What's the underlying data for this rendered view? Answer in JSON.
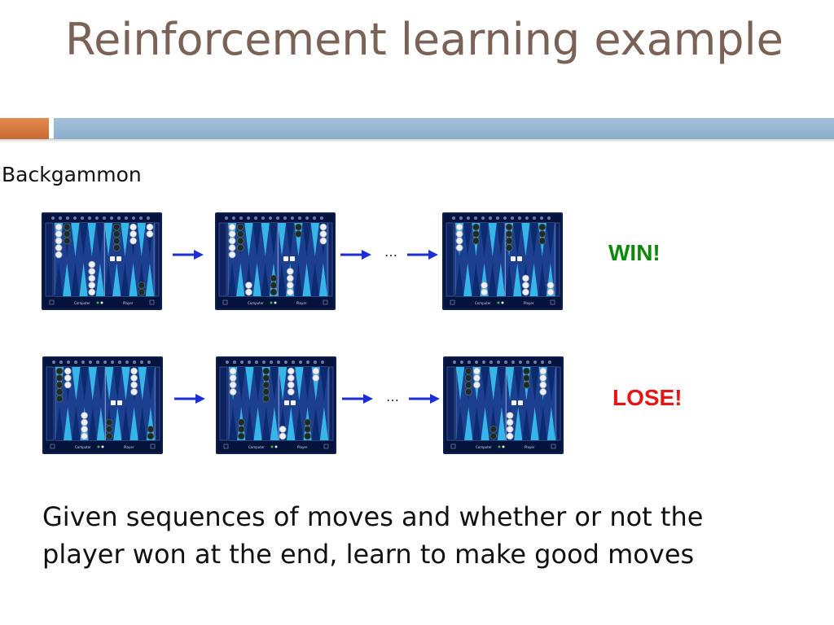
{
  "slide": {
    "title": "Reinforcement learning example",
    "subtitle": "Backgammon",
    "caption": "Given sequences of moves and whether or not the player won at the end, learn to make good moves"
  },
  "rows": [
    {
      "outcome": "WIN!",
      "outcome_color": "#0a8a0a",
      "ellipsis": "…"
    },
    {
      "outcome": "LOSE!",
      "outcome_color": "#e81313",
      "ellipsis": "…"
    }
  ],
  "board": {
    "left_label": "Computer",
    "right_label": "Player",
    "colors": {
      "frame": "#06143c",
      "felt": "#1d3f8f",
      "point_light": "#35b6e6",
      "point_dark": "#0b2b6e",
      "checker_white": "#eef2f6",
      "checker_dark": "#1d2a2a"
    }
  },
  "colors": {
    "title": "#7a6256",
    "accent_orange": "#d9773d",
    "accent_blue": "#92b3d2",
    "arrow": "#1a2fd6"
  }
}
